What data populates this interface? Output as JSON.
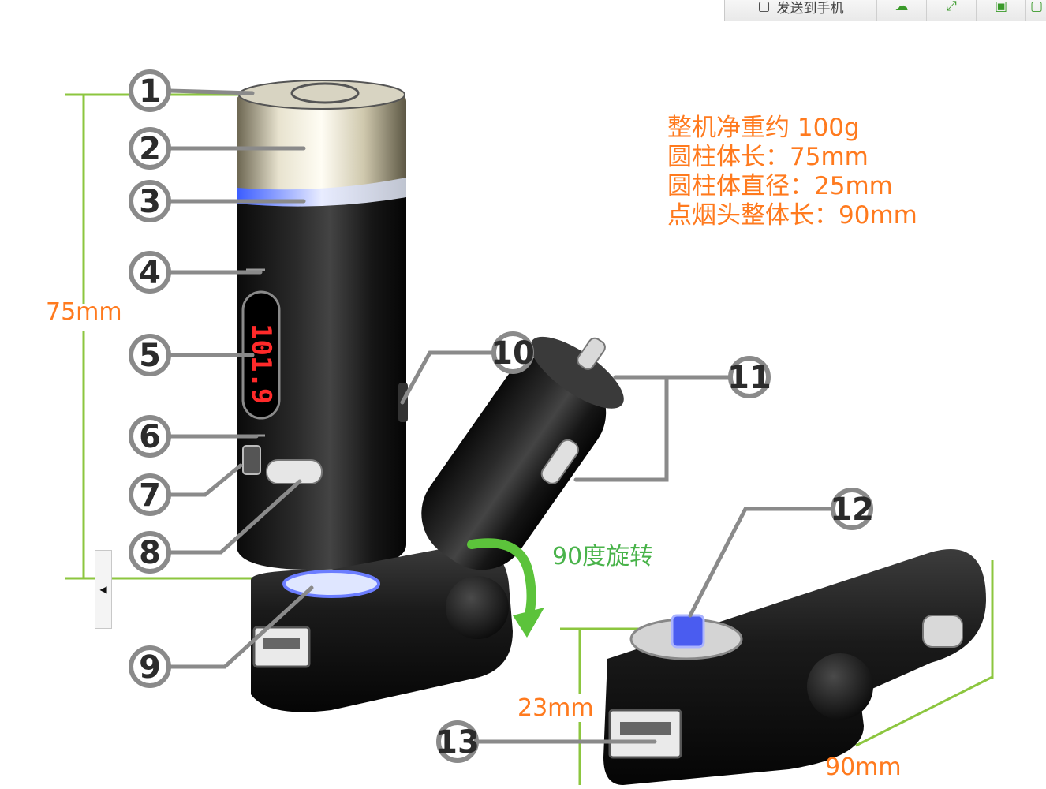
{
  "toolbar": {
    "send_label": "发送到手机",
    "icons": [
      "phone-icon",
      "cloud-icon",
      "expand-icon",
      "save-icon",
      "more-icon"
    ]
  },
  "specs": [
    "整机净重约 100g",
    "圆柱体长：75mm",
    "圆柱体直径：25mm",
    "点烟头整体长：90mm"
  ],
  "dimensions": {
    "height": "75mm",
    "usb_height": "23mm",
    "length": "90mm"
  },
  "rotation_label": "90度旋转",
  "lcd_reading": "101.9",
  "callouts": [
    "1",
    "2",
    "3",
    "4",
    "5",
    "6",
    "7",
    "8",
    "9",
    "10",
    "11",
    "12",
    "13"
  ],
  "colors": {
    "spec_text": "#ff7a1e",
    "dimension_line": "#8cc63f",
    "rotation_arrow": "#5cc33b",
    "lcd_red": "#ff2a2a"
  }
}
